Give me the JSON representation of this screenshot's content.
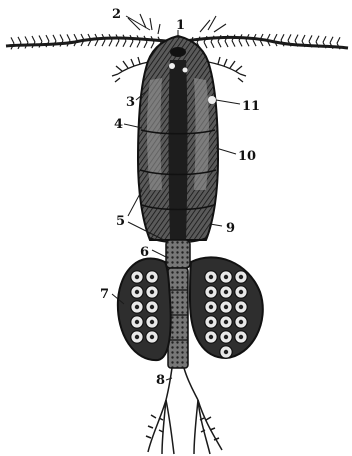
{
  "labels": {
    "l1": "1",
    "l2": "2",
    "l3": "3",
    "l4": "4",
    "l5": "5",
    "l6": "6",
    "l7": "7",
    "l8": "8",
    "l9": "9",
    "l10": "10",
    "l11": "11"
  },
  "colors": {
    "ink": "#1a1a1a",
    "body_fill": "#4a4a4a",
    "egg_sac_fill": "#3a3a3a",
    "background": "#ffffff"
  }
}
